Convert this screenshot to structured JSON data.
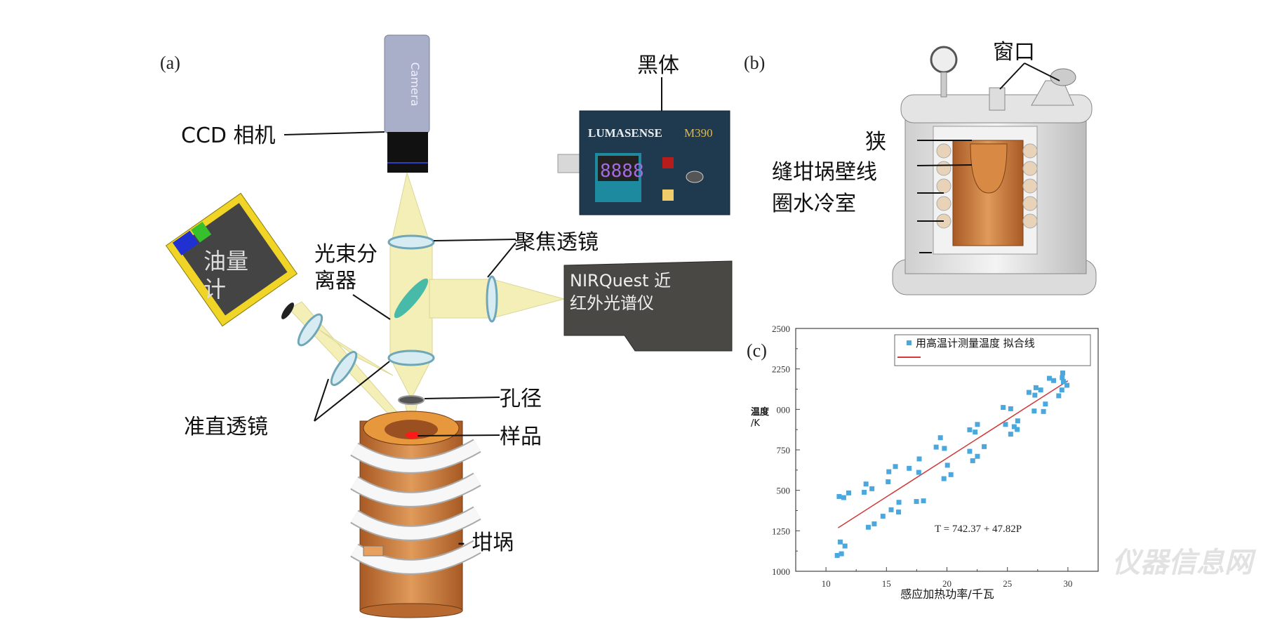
{
  "panel_a": {
    "label": "(a)",
    "ccd_camera": "CCD 相机",
    "camera_logo": "Camera",
    "blackbody": "黑体",
    "blackbody_brand": "LUMASENSE",
    "blackbody_model": "M390",
    "blackbody_display": "8888",
    "pyrometer": [
      "油量",
      "计"
    ],
    "beam_splitter": [
      "光束分",
      "离器"
    ],
    "focusing_lens": "聚焦透镜",
    "spectrometer": [
      "NIRQuest 近",
      "红外光谱仪"
    ],
    "aperture": "孔径",
    "sample": "样品",
    "collimating_lens": "准直透镜",
    "crucible": "- 坩埚"
  },
  "panel_b": {
    "label": "(b)",
    "window": "窗口",
    "labels": [
      "狭",
      "缝坩埚壁线",
      "圈水冷室"
    ]
  },
  "panel_c": {
    "label": "(c)",
    "watermark": "仪器信息网"
  },
  "colors": {
    "points": "#4aa8de",
    "fit_line": "#d03a3a",
    "beam": "#f2eeb0",
    "copper": "#c9783b",
    "splitter": "#34b5a5"
  },
  "chart_data": {
    "type": "scatter",
    "xlabel": "感应加热功率/千瓦",
    "ylabel": [
      "温度",
      "/K"
    ],
    "xlim": [
      7.5,
      32.5
    ],
    "ylim": [
      1000,
      2500
    ],
    "x_ticks": [
      10,
      15,
      20,
      25,
      30
    ],
    "x_tick_labels": [
      "10",
      "15",
      "20",
      "25",
      "30"
    ],
    "y_ticks": [
      1000,
      1250,
      1500,
      1750,
      2000,
      2250,
      2500
    ],
    "y_tick_labels": [
      "1000",
      "1250",
      "500",
      "750",
      "000",
      "2250",
      "2500"
    ],
    "grid": false,
    "legend_position": "top-right",
    "legend": [
      "用高温计测量温度 拟合线"
    ],
    "annotation": "T = 742.37 + 47.82P",
    "fit": {
      "intercept": 742.37,
      "slope": 47.82,
      "x_range": [
        11,
        30
      ]
    },
    "series": [
      {
        "name": "用高温计测量温度",
        "x": [
          10.93,
          11.28,
          11.18,
          11.57,
          11.09,
          11.47,
          11.88,
          13.16,
          13.31,
          13.8,
          13.5,
          13.99,
          14.71,
          15.14,
          15.2,
          15.74,
          15.39,
          16.0,
          16.03,
          16.88,
          17.48,
          18.06,
          17.71,
          17.67,
          19.11,
          19.46,
          19.79,
          19.75,
          20.04,
          20.33,
          21.88,
          22.33,
          22.52,
          21.88,
          22.13,
          22.52,
          23.08,
          24.65,
          25.27,
          24.84,
          25.27,
          25.56,
          25.81,
          25.85,
          26.78,
          27.27,
          27.36,
          27.75,
          27.21,
          27.98,
          28.14,
          28.47,
          28.82,
          29.24,
          29.5,
          29.57,
          29.53,
          29.63,
          29.92
        ],
        "y": [
          1098,
          1108,
          1181,
          1156,
          1462,
          1455,
          1484,
          1488,
          1539,
          1510,
          1272,
          1293,
          1340,
          1553,
          1615,
          1647,
          1380,
          1366,
          1426,
          1636,
          1431,
          1435,
          1694,
          1611,
          1767,
          1825,
          1759,
          1572,
          1655,
          1597,
          1874,
          1860,
          1907,
          1741,
          1683,
          1710,
          1770,
          2012,
          2004,
          1907,
          1847,
          1893,
          1876,
          1929,
          2105,
          2088,
          2134,
          2120,
          1990,
          1987,
          2033,
          2192,
          2178,
          2084,
          2120,
          2225,
          2196,
          2172,
          2149
        ]
      }
    ]
  }
}
